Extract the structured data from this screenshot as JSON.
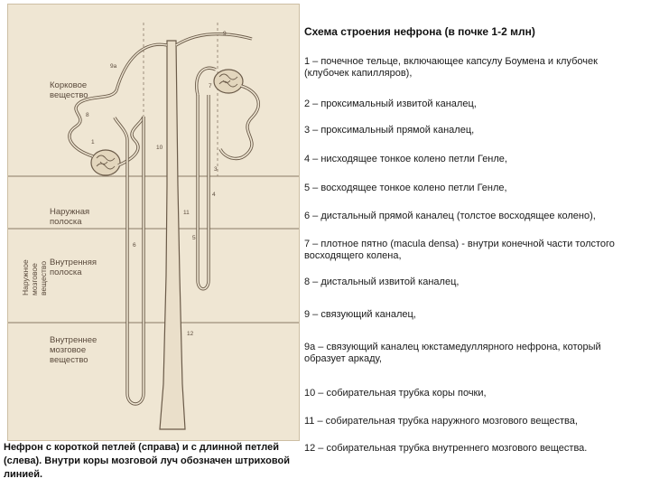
{
  "figure": {
    "zones": {
      "cortex": "Корковое вещество",
      "outer_stripe": "Наружная полоска",
      "outer_medulla": "Наружное мозговое вещество",
      "inner_stripe": "Внутренняя полоска",
      "inner_medulla": "Внутреннее мозговое вещество"
    },
    "numbers": [
      "9",
      "9а",
      "8",
      "1",
      "10",
      "11",
      "3",
      "4",
      "5",
      "6",
      "7",
      "12"
    ]
  },
  "caption": "Нефрон с короткой петлей (справа) и с длинной петлей (слева). Внутри коры мозговой луч обозначен штриховой линией.",
  "legend": {
    "title": "Схема строения нефрона (в почке 1-2 млн)",
    "items": [
      "1 – почечное тельце, включающее капсулу Боумена и клубочек (клубочек капилляров),",
      "2 – проксимальный извитой каналец,",
      "3 – проксимальный прямой каналец,",
      "4 – нисходящее тонкое колено петли Генле,",
      "5 – восходящее тонкое колено петли Генле,",
      "6 – дистальный прямой каналец (толстое восходящее колено),",
      "7 – плотное пятно (macula densa) - внутри конечной части толстого восходящего колена,",
      "8 – дистальный извитой каналец,",
      "9 – связующий каналец,",
      "9а – связующий каналец юкстамедуллярного нефрона, который образует аркаду,",
      "10 – собирательная трубка коры почки,",
      "11 – собирательная трубка наружного мозгового вещества,",
      "12 – собирательная трубка внутреннего мозгового вещества."
    ]
  }
}
